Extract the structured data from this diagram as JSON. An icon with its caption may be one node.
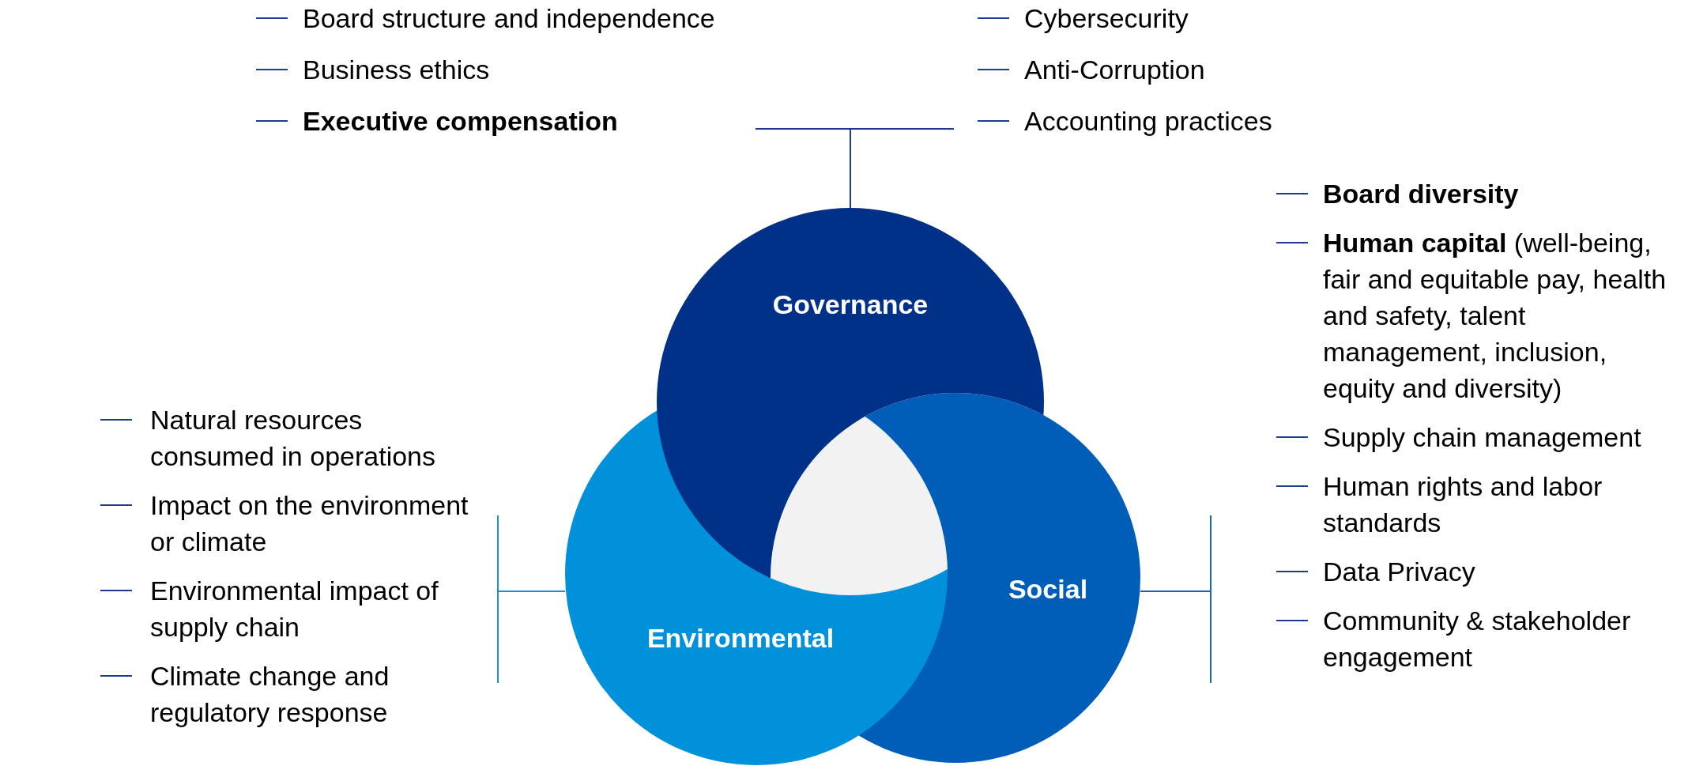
{
  "diagram": {
    "nodes": [
      {
        "text": [
          "Governance"
        ]
      },
      {
        "text": [
          "Environmental"
        ]
      },
      {
        "text": [
          "Social"
        ]
      },
      {
        "text": [],
        "shape": "triangle"
      },
      {
        "text": [
          "Board structure and independence",
          "Business ethics",
          "Executive compensation",
          "Cybersecurity",
          "Anti-Corruption",
          "Accounting practices"
        ]
      },
      {
        "text": [
          "Natural resources consumed in operations",
          "Impact on the environment or climate",
          "Environmental impact of supply chain",
          "Climate change and regulatory response"
        ]
      },
      {
        "text": [
          "Board diversity",
          "**Human capital** (well-being, fair and equitable pay, health and safety, talent management, inclusion, equity and diversity)",
          "Supply chain management",
          "Human rights and labor standards",
          "Data Privacy",
          "Community & stakeholder engagement"
        ]
      }
    ],
    "edges": [
      {
        "from": 0,
        "to": 4,
        "arrow": "none",
        "color": "#1f3c8c"
      },
      {
        "from": 1,
        "to": 5,
        "arrow": "none",
        "color": "#1592d8"
      },
      {
        "from": 2,
        "to": 6,
        "arrow": "none",
        "color": "#1a62b8"
      }
    ]
  }
}
